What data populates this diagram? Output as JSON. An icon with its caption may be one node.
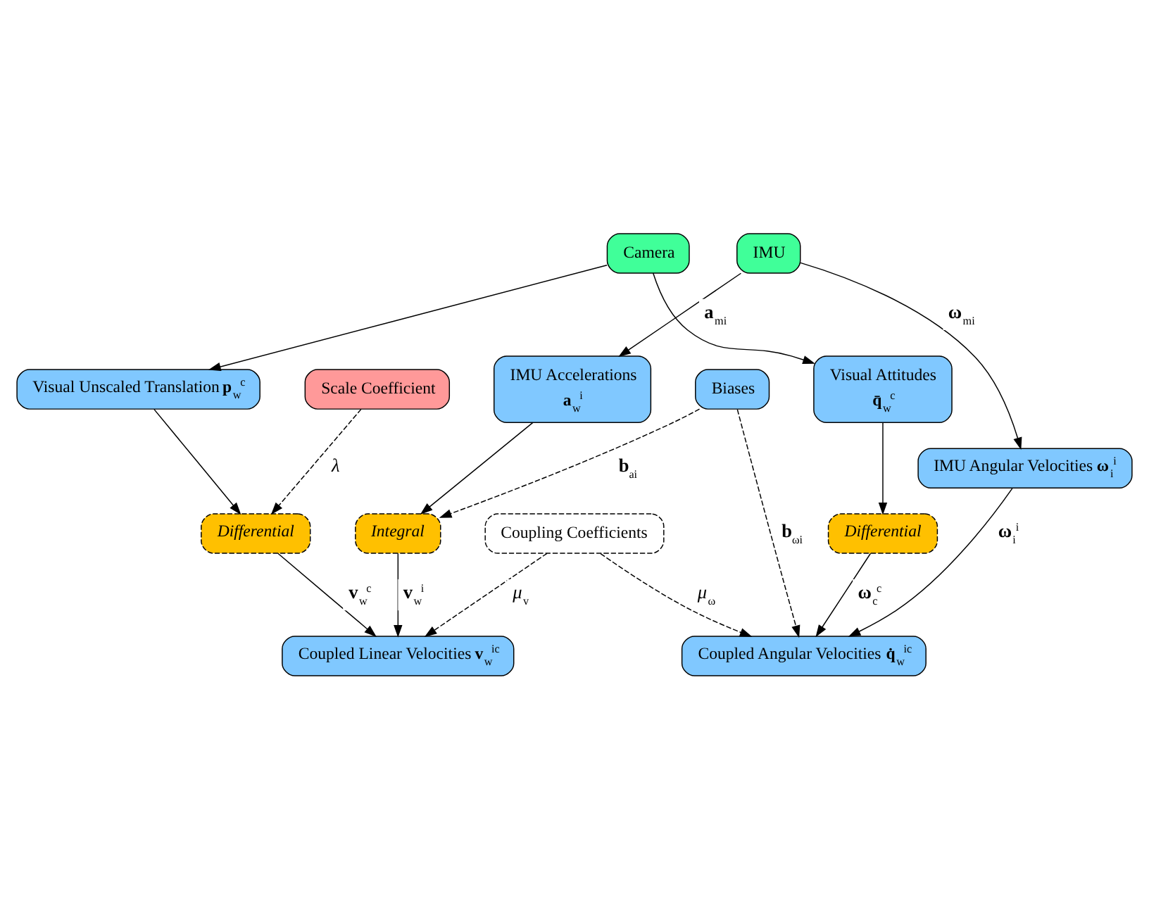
{
  "diagram": {
    "nodes": [
      {
        "text": [
          "IMU"
        ]
      },
      {
        "text": [
          "IMU Accelerations",
          "**a**$_{w}$$^{i}$"
        ]
      },
      {
        "text": [
          "IMU Angular Velocities **ω**$_{i}$$^{i}$"
        ]
      },
      {
        "text": [
          "Biases"
        ]
      },
      {
        "text": [
          "Integral"
        ]
      },
      {
        "text": [
          "Coupling Coefficients"
        ]
      },
      {
        "text": [
          "Coupled Linear Velocities **v**$_{w}$$^{ic}$"
        ]
      },
      {
        "text": [
          "Coupled Angular Velocities **q̇**$_{w}$$^{ic}$"
        ]
      },
      {
        "text": [
          "Differential"
        ]
      },
      {
        "text": [
          "Differential"
        ]
      },
      {
        "text": [
          "Scale Coefficient"
        ]
      },
      {
        "text": [
          "Camera"
        ]
      },
      {
        "text": [
          "Visual Unscaled Translation **p**$_{w}$$^{c}$"
        ]
      },
      {
        "text": [
          "Visual Attitudes",
          "**q̄**$_{w}$$^{c}$"
        ]
      }
    ],
    "edges": [
      {
        "from": 0,
        "to": 1,
        "arrow": "to",
        "label": "**a**$_{mi}$"
      },
      {
        "from": 0,
        "to": 2,
        "arrow": "to",
        "label": "**ω**$_{mi}$"
      },
      {
        "from": 1,
        "to": 4,
        "arrow": "to"
      },
      {
        "from": 3,
        "to": 4,
        "arrow": "to",
        "style": "dashed",
        "label": "**b**$_{ai}$"
      },
      {
        "from": 3,
        "to": 7,
        "arrow": "to",
        "style": "dashed",
        "label": "**b**$_{ωi}$"
      },
      {
        "from": 4,
        "to": 6,
        "arrow": "to",
        "label": "**v**$_{w}$$^{i}$"
      },
      {
        "from": 2,
        "to": 7,
        "arrow": "to",
        "label": "**ω**$_{i}$$^{i}$"
      },
      {
        "from": 5,
        "to": 6,
        "arrow": "to",
        "style": "dashed",
        "label": "*μ*$_{v}$"
      },
      {
        "from": 5,
        "to": 7,
        "arrow": "to",
        "style": "dashed",
        "label": "*μ*$_{ω}$"
      },
      {
        "from": 8,
        "to": 6,
        "arrow": "to",
        "label": "**v**$_{w}$$^{c}$"
      },
      {
        "from": 9,
        "to": 7,
        "arrow": "to",
        "label": "**ω**$_{c}$$^{c}$"
      },
      {
        "from": 10,
        "to": 8,
        "arrow": "to",
        "style": "dashed",
        "label": "*λ*"
      },
      {
        "from": 12,
        "to": 8,
        "arrow": "to"
      },
      {
        "from": 13,
        "to": 9,
        "arrow": "to"
      },
      {
        "from": 11,
        "to": 12,
        "arrow": "to"
      },
      {
        "from": 11,
        "to": 13,
        "arrow": "to"
      }
    ]
  }
}
